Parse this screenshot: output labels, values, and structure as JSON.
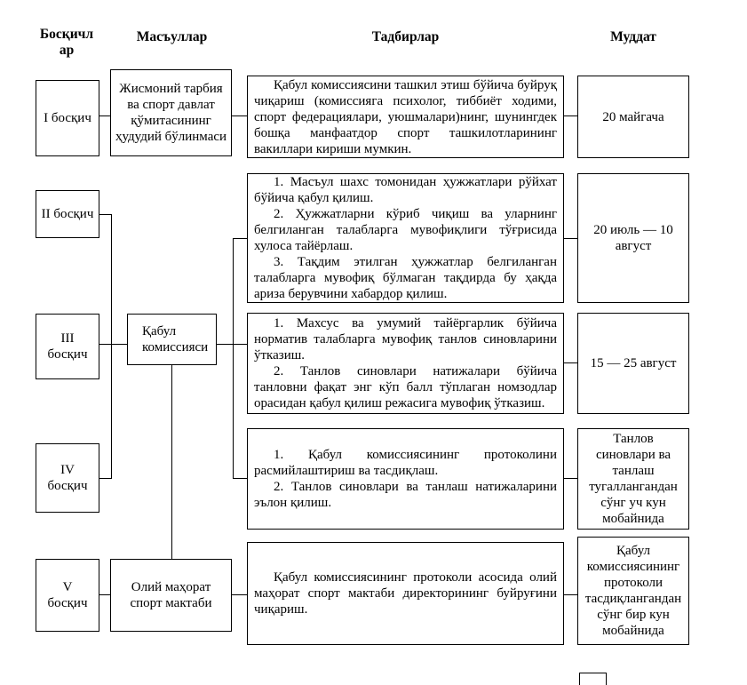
{
  "headers": {
    "stages": "Босқичлар",
    "responsible": "Масъуллар",
    "activities": "Тадбирлар",
    "deadline": "Муддат"
  },
  "stages": [
    "I босқич",
    "II босқич",
    "III\nбосқич",
    "IV\nбосқич",
    "V\nбосқич"
  ],
  "responsible": {
    "row1": "Жисмоний тарбия ва спорт давлат қўмитасининг ҳудудий бўлинмаси",
    "rows2to4": "Қабул комиссияси",
    "row5": "Олий маҳорат спорт мактаби"
  },
  "activities": {
    "row1": [
      "Қабул комиссиясини ташкил этиш бўйича буйруқ чиқариш (комиссияга психолог, тиббиёт ходими, спорт федерациялари, уюшмалари)нинг, шунингдек бошқа манфаатдор спорт ташкилотларининг вакиллари кириши мумкин."
    ],
    "row2": [
      "1. Масъул шахс томонидан ҳужжатлари рўйхат бўйича қабул қилиш.",
      "2. Ҳужжатларни кўриб чиқиш ва уларнинг белгиланган талабларга мувофиқлиги тўғрисида хулоса тайёрлаш.",
      "3. Тақдим этилган ҳужжатлар белгиланган талабларга мувофиқ бўлмаган тақдирда бу ҳақда ариза берувчини хабардор қилиш."
    ],
    "row3": [
      "1. Махсус ва умумий тайёргарлик бўйича норматив талабларга мувофиқ танлов синовларини ўтказиш.",
      "2. Танлов синовлари натижалари бўйича танловни фақат энг кўп балл тўплаган номзодлар орасидан қабул қилиш режасига мувофиқ ўтказиш."
    ],
    "row4": [
      "1. Қабул комиссиясининг протоколини расмийлаштириш ва тасдиқлаш.",
      "2. Танлов синовлари ва танлаш натижаларини эълон қилиш."
    ],
    "row5": [
      "Қабул комиссиясининг протоколи асосида олий маҳорат спорт мактаби директорининг буйруғини чиқариш."
    ]
  },
  "deadlines": {
    "row1": "20 майгача",
    "row2": "20 июль — 10 август",
    "row3": "15 — 25 август",
    "row4": "Танлов синовлари ва танлаш тугаллангандан сўнг уч кун мобайнида",
    "row5": "Қабул комиссиясининг протоколи тасдиқлангандан сўнг бир кун мобайнида"
  }
}
